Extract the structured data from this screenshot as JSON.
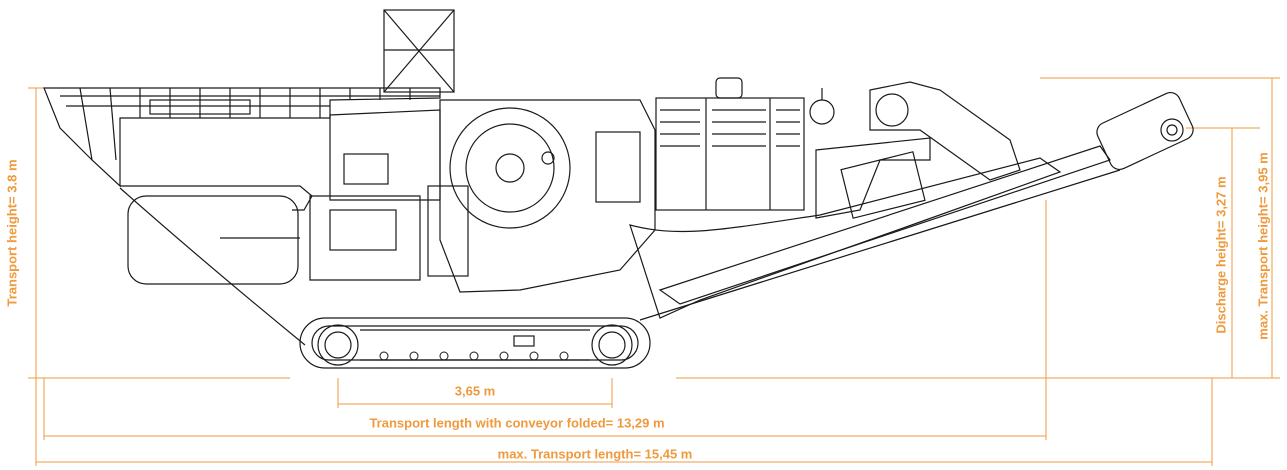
{
  "dimension_color": "#ef9a3c",
  "line_color": "#1a1a1a",
  "dimensions": {
    "transport_height": "Transport height= 3.8 m",
    "track_length": "3,65 m",
    "transport_length_folded": "Transport length with conveyor folded= 13,29 m",
    "max_transport_length": "max. Transport length= 15,45 m",
    "discharge_height": "Discharge height= 3,27 m",
    "max_transport_height": "max. Transport height= 3,95 m"
  }
}
